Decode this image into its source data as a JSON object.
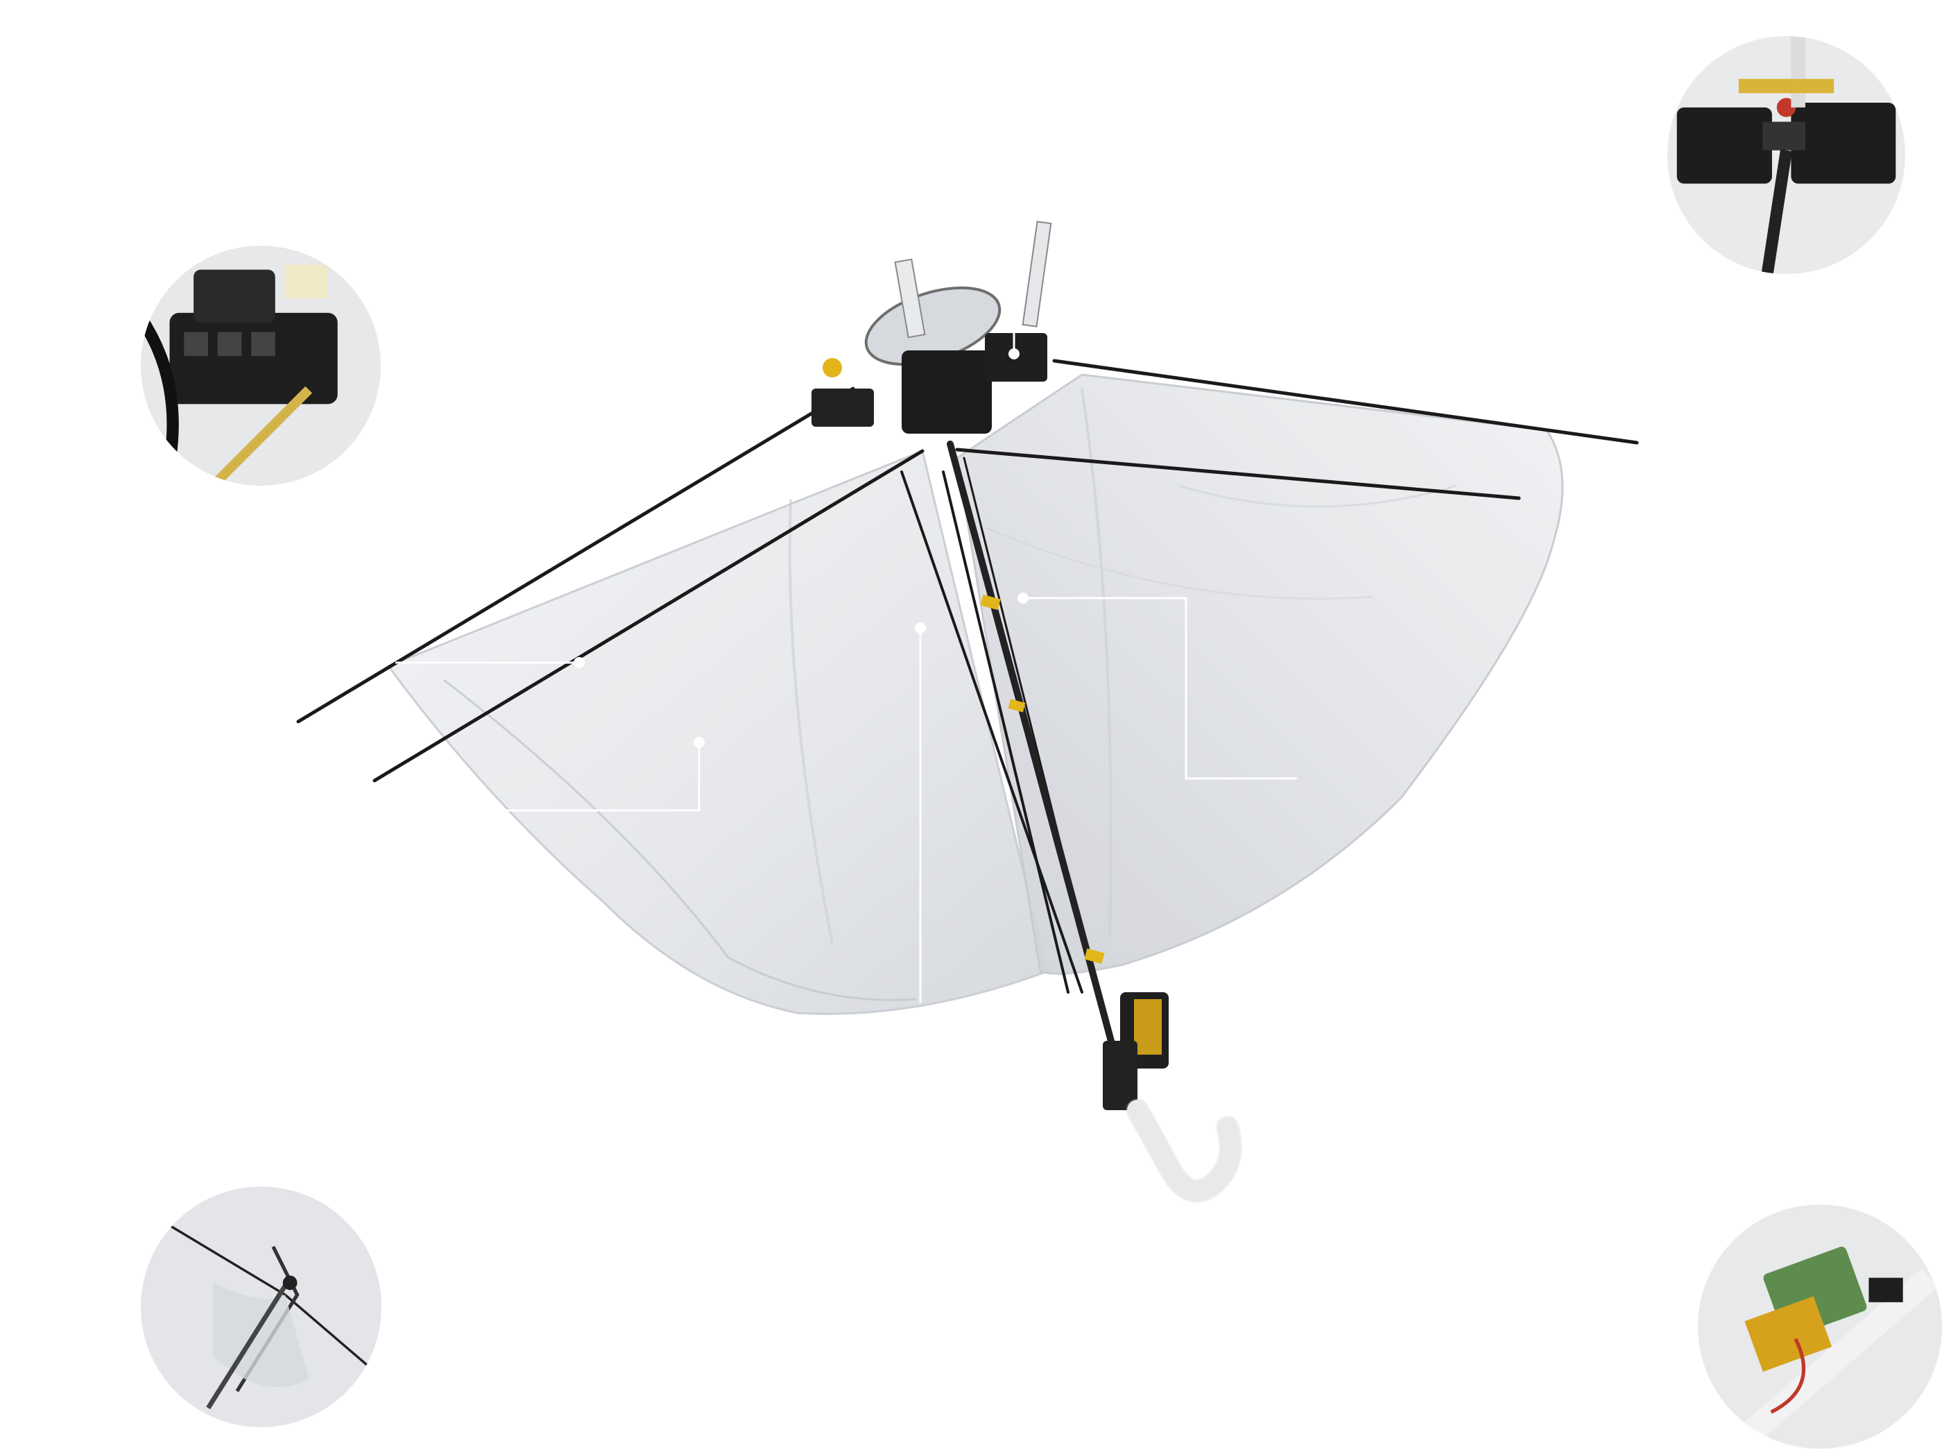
{
  "photo": {
    "subject_icon": "umbrella-drone-icon",
    "background_color": "#ffffff",
    "canopy_color": "#e9ecef",
    "frame_color": "#1a1a1a",
    "accent_color": "#e2b51a",
    "handle_color": "#f4f4f4",
    "callout_color": "#ffffff"
  },
  "detail_views": [
    {
      "id": "top-left",
      "icon": "motor-mount-closeup-icon"
    },
    {
      "id": "top-right",
      "icon": "twin-motor-hub-closeup-icon"
    },
    {
      "id": "bottom-left",
      "icon": "full-umbrella-view-icon"
    },
    {
      "id": "bottom-right",
      "icon": "circuit-board-closeup-icon"
    }
  ]
}
